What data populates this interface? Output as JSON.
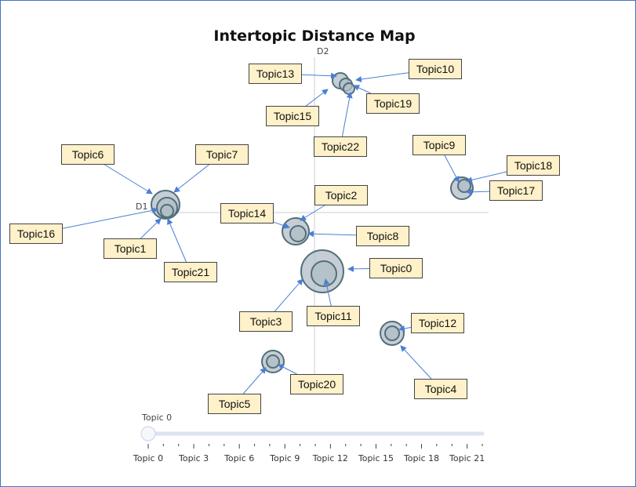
{
  "chart_data": {
    "type": "scatter",
    "title": "Intertopic Distance Map",
    "xlabel": "D1",
    "ylabel": "D2",
    "topics": [
      "Topic0",
      "Topic1",
      "Topic2",
      "Topic3",
      "Topic4",
      "Topic5",
      "Topic6",
      "Topic7",
      "Topic8",
      "Topic9",
      "Topic10",
      "Topic11",
      "Topic12",
      "Topic13",
      "Topic14",
      "Topic15",
      "Topic16",
      "Topic17",
      "Topic18",
      "Topic19",
      "Topic20",
      "Topic21",
      "Topic22"
    ],
    "slider": {
      "current_label": "Topic 0",
      "value": 0,
      "min": 0,
      "max": 22,
      "tick_labels": [
        "Topic 0",
        "Topic 3",
        "Topic 6",
        "Topic 9",
        "Topic 12",
        "Topic 15",
        "Topic 18",
        "Topic 21"
      ]
    },
    "colors": {
      "bubble_fill": "#b0bec5",
      "bubble_stroke": "#546e7a",
      "label_fill": "#fff1c9",
      "arrow": "#4a7fd4"
    }
  }
}
